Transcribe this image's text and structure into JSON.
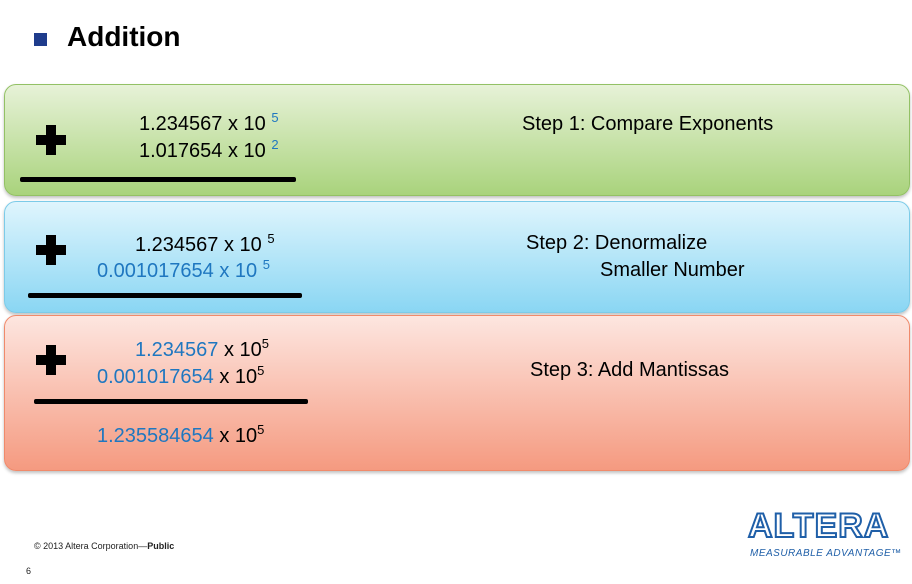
{
  "slide": {
    "title": "Addition",
    "page_number": "6",
    "copyright": "© 2013 Altera Corporation—",
    "copyright_bold": "Public"
  },
  "step1": {
    "line1_mantissa": "1.234567 x 10",
    "line1_exp": "5",
    "line2_mantissa": "1.017654 x 10",
    "line2_exp": "2",
    "label": "Step 1: Compare Exponents"
  },
  "step2": {
    "line1_mantissa": "1.234567 x 10",
    "line1_exp": "5",
    "line2_mantissa": "0.001017654 x 10",
    "line2_exp": "5",
    "label_line1": "Step 2: Denormalize",
    "label_line2": "Smaller Number"
  },
  "step3": {
    "line1_mantissa": "1.234567",
    "line1_base": "x 10",
    "line1_exp": "5",
    "line2_mantissa": "0.001017654",
    "line2_base": "x 10",
    "line2_exp": "5",
    "result_mantissa": "1.235584654",
    "result_base": "x 10",
    "result_exp": "5",
    "label": "Step 3: Add Mantissas"
  },
  "logo": {
    "name": "ALTERA",
    "tagline": "MEASURABLE ADVANTAGE™"
  },
  "colors": {
    "step1_panel": "#a9d37c",
    "step2_panel": "#8ad6f3",
    "step3_panel": "#f59a80",
    "highlight_blue": "#1f77c0",
    "title_bullet": "#1f3c8c"
  }
}
